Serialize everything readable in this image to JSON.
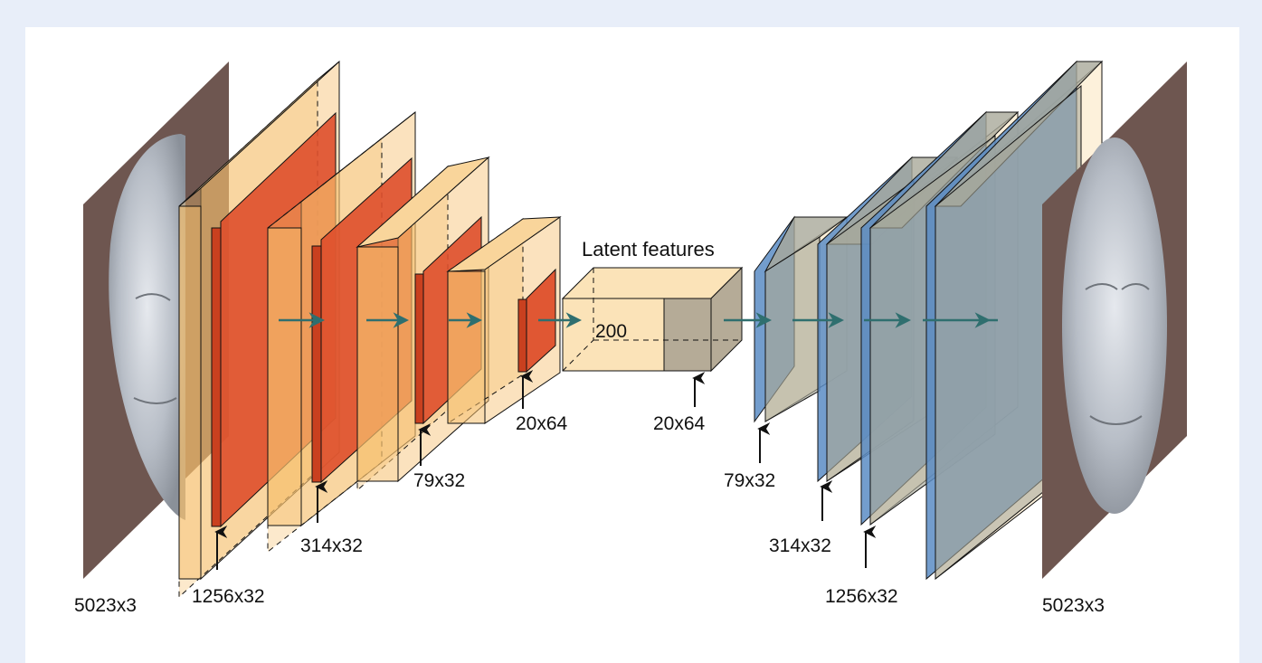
{
  "diagram": {
    "latent_title": "Latent features",
    "latent_dim": "200",
    "labels": {
      "input": "5023x3",
      "output": "5023x3",
      "enc1": "1256x32",
      "enc2": "314x32",
      "enc3": "79x32",
      "enc4": "20x64",
      "latent_in": "20x64",
      "dec1": "79x32",
      "dec2": "314x32",
      "dec3": "1256x32"
    },
    "colors": {
      "background": "#e8eef9",
      "encoder_block": "#f6bf6e",
      "encoder_filter": "#de4f2b",
      "decoder_filter": "#5b8cc4",
      "decoder_block": "#a9a99a",
      "latent_front": "#fbe3b8",
      "latent_back": "#b5ab97",
      "face_panel": "#6e5650",
      "arrow": "#2f6f6f"
    }
  }
}
